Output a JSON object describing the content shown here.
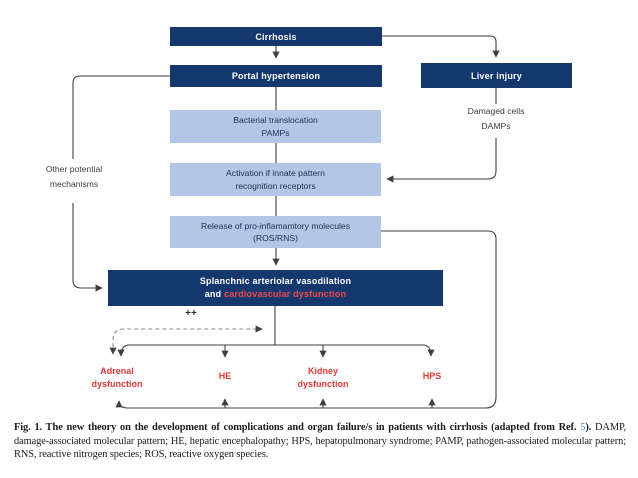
{
  "palette": {
    "navy": "#14386d",
    "light_blue": "#b4c6e7",
    "red": "#e03a3a",
    "red_on_navy": "#ef4b4b",
    "ref_blue": "#3b8bc4",
    "line": "#3f3f3f",
    "line_soft": "#8a8a8a",
    "box_text": "#223055",
    "label_gray": "#3d3d3d"
  },
  "flowchart": {
    "nodes": {
      "cirrhosis": {
        "label": "Cirrhosis"
      },
      "portal_hypertension": {
        "label": "Portal hypertension"
      },
      "liver_injury": {
        "label": "Liver injury"
      },
      "bacterial_translocation": {
        "line1": "Bacterial translocation",
        "line2": "PAMPs"
      },
      "damaged_cells": {
        "line1": "Damaged cells",
        "line2": "DAMPs"
      },
      "activation_receptors": {
        "line1": "Activation if innate pattern",
        "line2": "recognition receptors"
      },
      "other_mechanisms": {
        "line1": "Other potential",
        "line2": "mechanisms"
      },
      "release_molecules": {
        "line1": "Release of pro-inflamamtory molecules",
        "line2": "(ROS/RNS)"
      },
      "splanchnic": {
        "line1": "Splanchnic arteriolar vasodilation",
        "line2_white": "and",
        "line2_red": "cardiovascular dysfunction"
      },
      "plus_plus": {
        "label": "++"
      },
      "adrenal": {
        "line1": "Adrenal",
        "line2": "dysfunction"
      },
      "he": {
        "label": "HE"
      },
      "kidney": {
        "line1": "Kidney",
        "line2": "dysfunction"
      },
      "hps": {
        "label": "HPS"
      }
    }
  },
  "caption": {
    "bold_prefix": "Fig. 1. The new theory on the development of complications and organ failure/s in patients with cirrhosis (adapted from Ref. ",
    "ref": "5",
    "bold_suffix": ").",
    "rest": " DAMP, damage-associated molecular pattern; HE, hepatic encephalopathy; HPS, hepatopulmonary syndrome; PAMP, pathogen-associated molecular pattern; RNS, reactive nitrogen species; ROS, reactive oxygen species."
  }
}
